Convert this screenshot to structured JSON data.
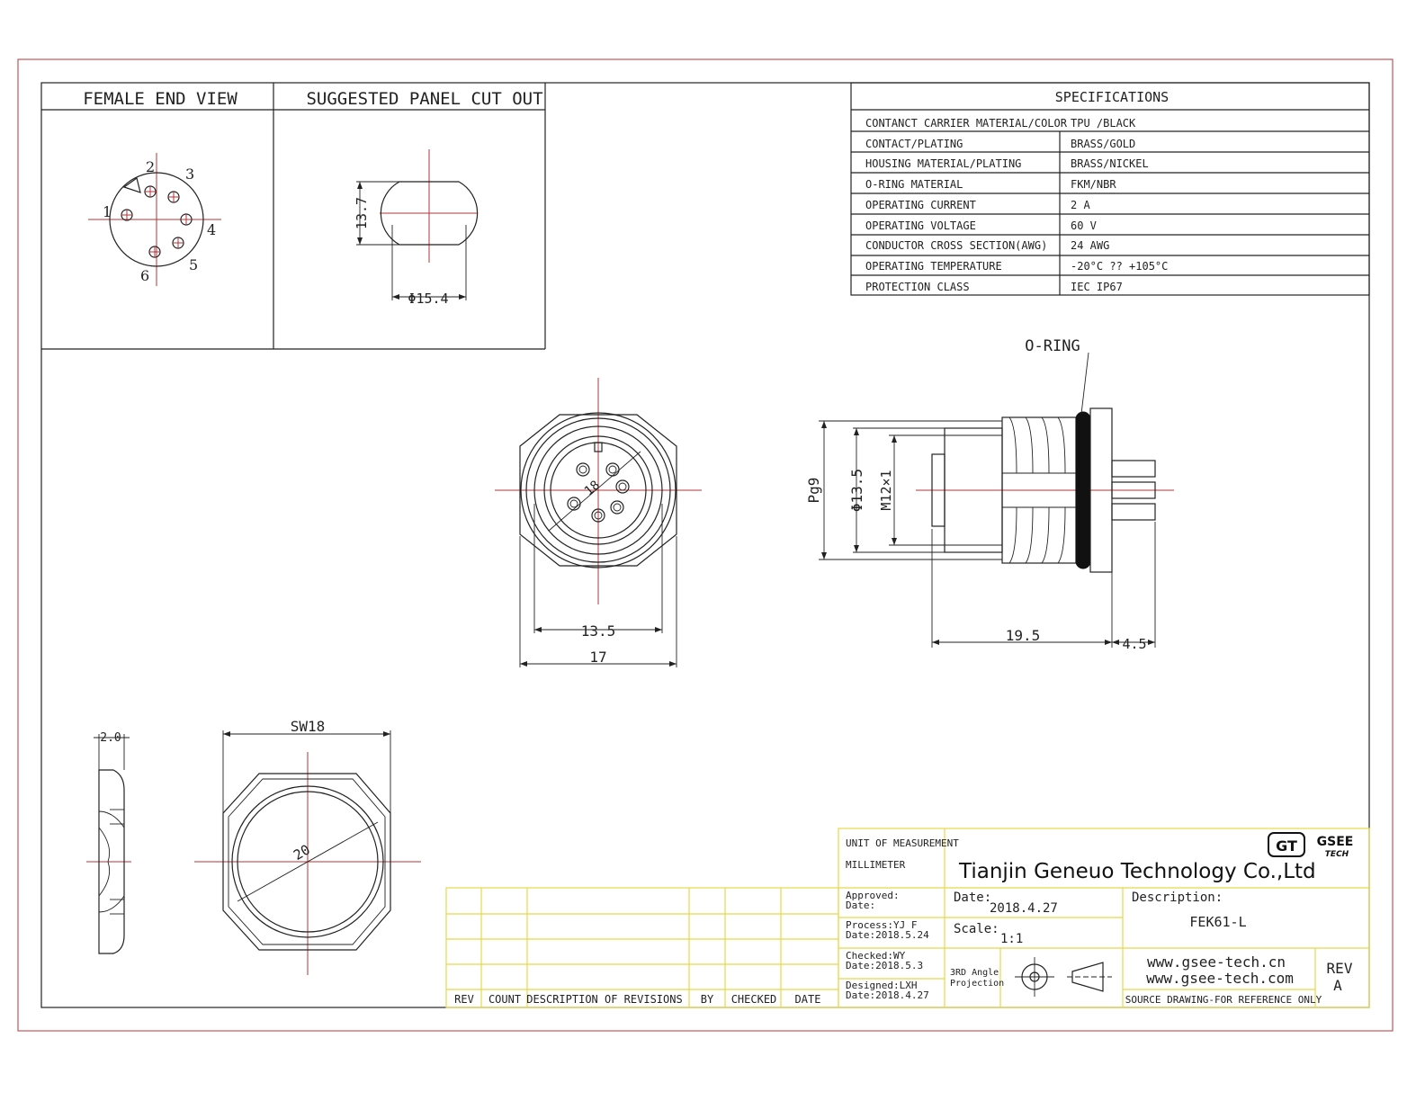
{
  "views": {
    "female_end_title": "FEMALE END VIEW",
    "panel_cutout_title": "SUGGESTED PANEL CUT OUT",
    "pins": [
      "1",
      "2",
      "3",
      "4",
      "5",
      "6"
    ],
    "cutout_height": "13.7",
    "cutout_diameter": "Φ15.4"
  },
  "specs": {
    "title": "SPECIFICATIONS",
    "rows": [
      {
        "label": "CONTANCT CARRIER MATERIAL/COLOR",
        "value": "TPU /BLACK"
      },
      {
        "label": "CONTACT/PLATING",
        "value": "BRASS/GOLD"
      },
      {
        "label": "HOUSING MATERIAL/PLATING",
        "value": "BRASS/NICKEL"
      },
      {
        "label": "O-RING MATERIAL",
        "value": "FKM/NBR"
      },
      {
        "label": "OPERATING CURRENT",
        "value": "2 A"
      },
      {
        "label": "OPERATING VOLTAGE",
        "value": "60 V"
      },
      {
        "label": "CONDUCTOR CROSS SECTION(AWG)",
        "value": "24 AWG"
      },
      {
        "label": "OPERATING TEMPERATURE",
        "value": "-20°C ?? +105°C"
      },
      {
        "label": "PROTECTION CLASS",
        "value": "IEC  IP67"
      }
    ]
  },
  "front_view": {
    "inner_label": "18",
    "dim_inner": "13.5",
    "dim_outer": "17"
  },
  "side_view": {
    "oring": "O-RING",
    "pg": "Pg9",
    "dia": "Φ13.5",
    "thread": "M12×1",
    "len": "19.5",
    "flange": "4.5"
  },
  "nut": {
    "thickness": "2.0",
    "sw": "SW18",
    "dia": "20"
  },
  "revisions": {
    "headers": [
      "REV",
      "COUNT",
      "DESCRIPTION  OF  REVISIONS",
      "BY",
      "CHECKED",
      "DATE"
    ]
  },
  "titleblock": {
    "unit_label": "UNIT OF MEASUREMENT",
    "unit_value": "MILLIMETER",
    "company": "Tianjin Geneuo Technology Co.,Ltd",
    "logo_gt": "GT",
    "logo_gsee": "GSEE",
    "logo_tech": "TECH",
    "approved": "Approved:",
    "approved_date": "Date:",
    "process": "Process:YJ F",
    "process_date": "Date:2018.5.24",
    "checked": "Checked:WY",
    "checked_date": "Date:2018.5.3",
    "designed": "Designed:LXH",
    "designed_date": "Date:2018.4.27",
    "date_label": "Date:",
    "date_value": "2018.4.27",
    "scale_label": "Scale:",
    "scale_value": "1:1",
    "projection_1": "3RD Angle",
    "projection_2": "Projection",
    "desc_label": "Description:",
    "desc_value": "FEK61-L",
    "web1": "www.gsee-tech.cn",
    "web2": "www.gsee-tech.com",
    "rev_label": "REV",
    "rev_value": "A",
    "source": "SOURCE DRAWING-FOR REFERENCE ONLY"
  }
}
